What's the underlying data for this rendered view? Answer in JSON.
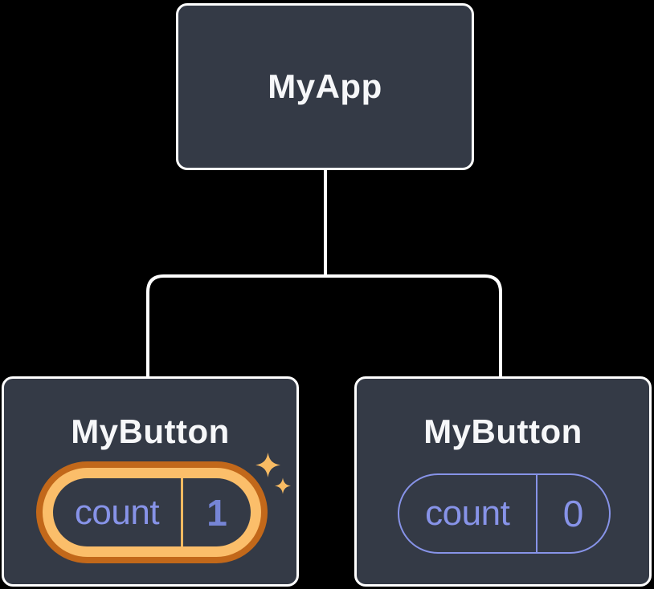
{
  "theme": {
    "bg": "#000000",
    "card_bg": "#343A46",
    "card_border": "#FFFFFF",
    "title_color": "#F6F7F9",
    "purple": "#8793E8",
    "purple_strong": "#7685D6",
    "hl_outer": "#C2681A",
    "hl_inner": "#FBBE6A",
    "hl_divider": "#F7BA61",
    "sparkle": "#F8BB63"
  },
  "tree": {
    "root": {
      "title": "MyApp"
    },
    "children": [
      {
        "title": "MyButton",
        "state": {
          "key": "count",
          "value": "1"
        },
        "highlighted": true
      },
      {
        "title": "MyButton",
        "state": {
          "key": "count",
          "value": "0"
        },
        "highlighted": false
      }
    ]
  },
  "icons": {
    "sparkle_large": "four-point-star",
    "sparkle_small": "four-point-star"
  }
}
